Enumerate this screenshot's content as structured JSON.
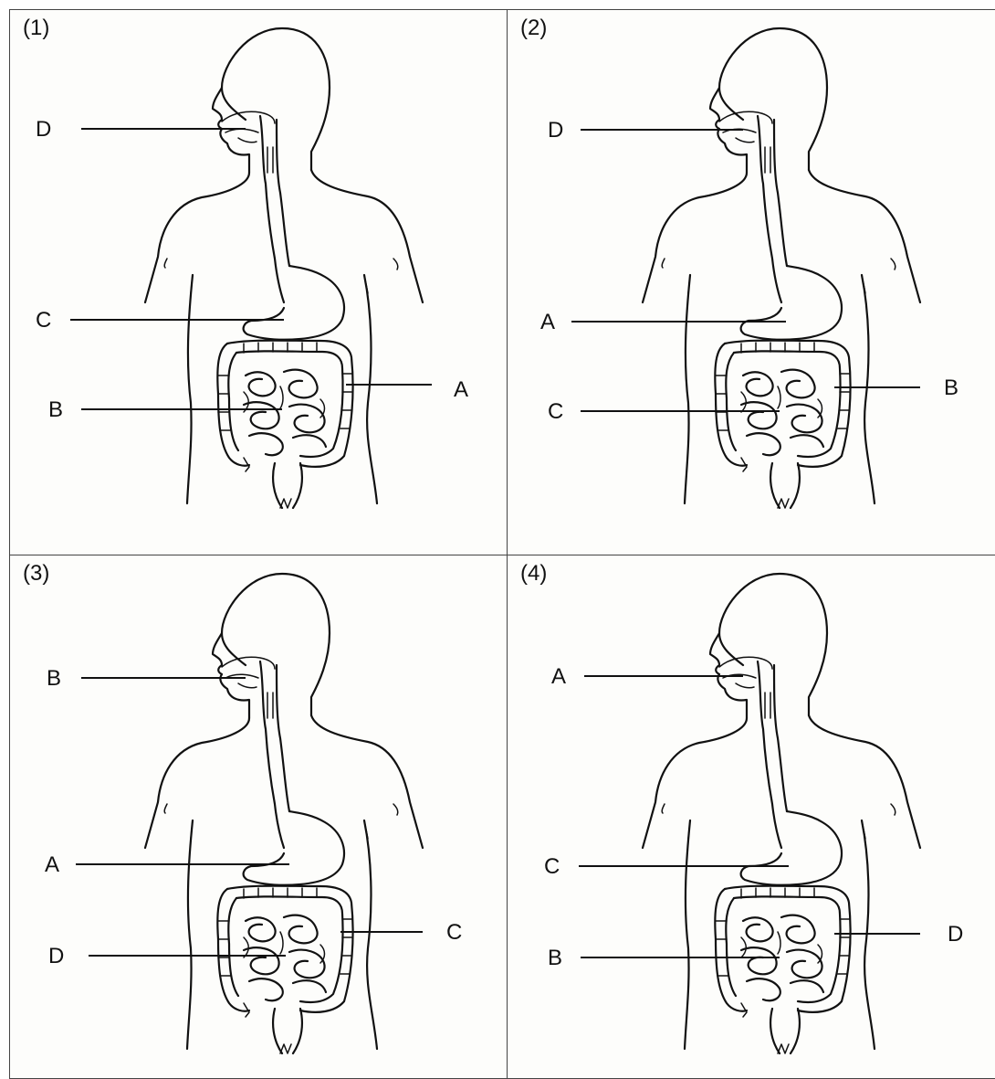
{
  "panels": [
    {
      "number": "(1)",
      "labels": {
        "mouth": "D",
        "stomach": "C",
        "small_intestine": "B",
        "large_intestine": "A"
      }
    },
    {
      "number": "(2)",
      "labels": {
        "mouth": "D",
        "stomach": "A",
        "small_intestine": "C",
        "large_intestine": "B"
      }
    },
    {
      "number": "(3)",
      "labels": {
        "mouth": "B",
        "stomach": "A",
        "small_intestine": "D",
        "large_intestine": "C"
      }
    },
    {
      "number": "(4)",
      "labels": {
        "mouth": "A",
        "stomach": "C",
        "small_intestine": "B",
        "large_intestine": "D"
      }
    }
  ],
  "colors": {
    "line": "#111111",
    "border": "#444444",
    "background": "#fdfdfb"
  }
}
